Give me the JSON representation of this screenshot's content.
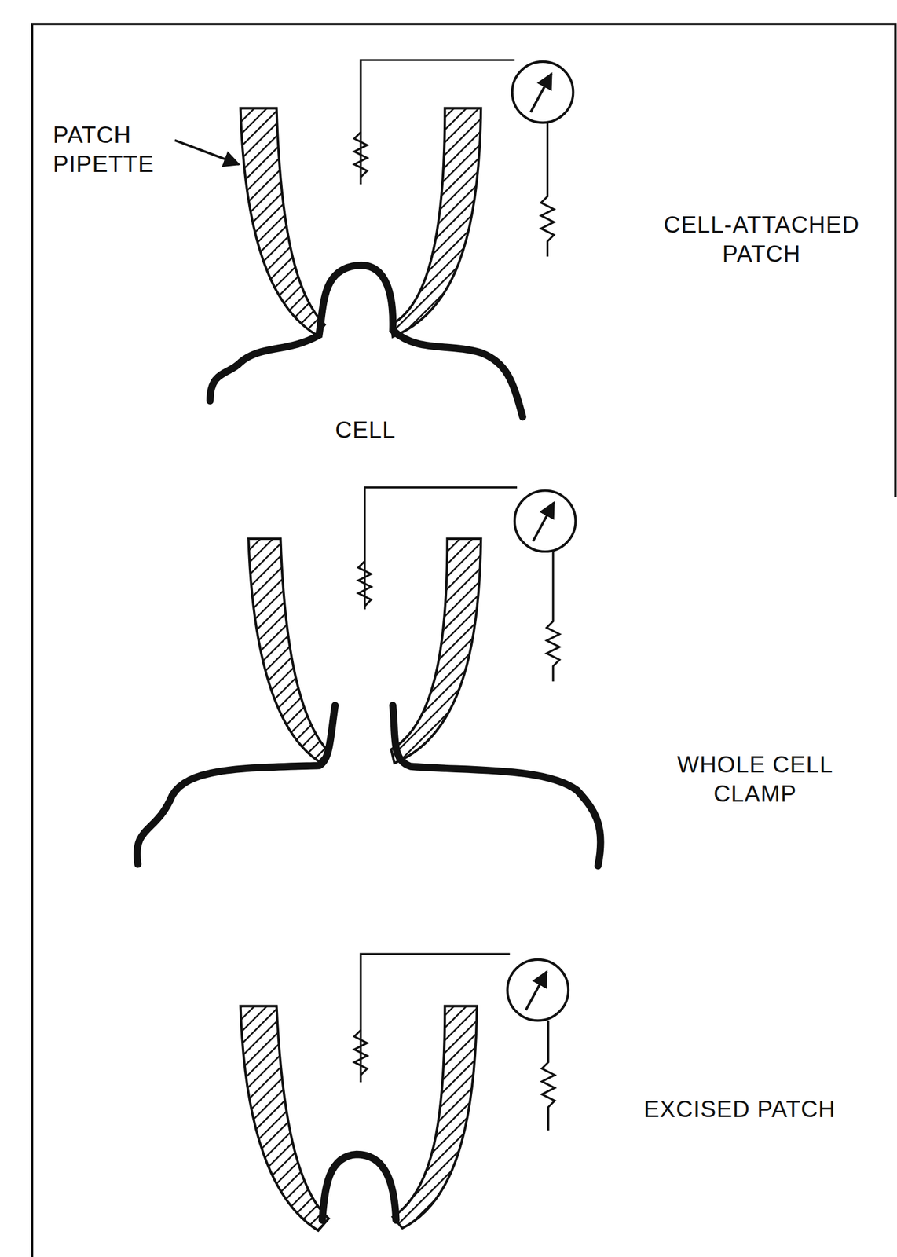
{
  "diagram": {
    "labels": [
      "PATCH PIPETTE",
      "CELL-ATTACHED PATCH",
      "CELL",
      "WHOLE CELL CLAMP",
      "EXCISED PATCH"
    ]
  }
}
